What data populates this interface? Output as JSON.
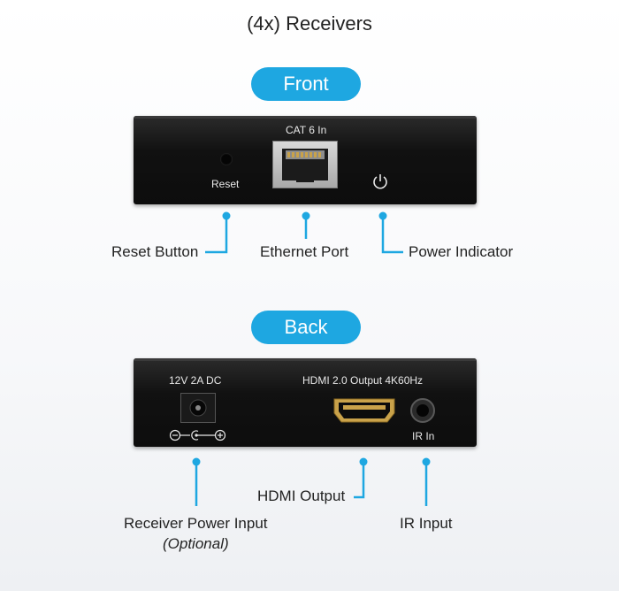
{
  "title": "(4x) Receivers",
  "front": {
    "pill": "Front",
    "labels": {
      "cat6": "CAT 6 In",
      "reset": "Reset"
    },
    "callouts": {
      "reset": "Reset Button",
      "ethernet": "Ethernet Port",
      "power": "Power Indicator"
    }
  },
  "back": {
    "pill": "Back",
    "labels": {
      "dc": "12V 2A DC",
      "hdmi": "HDMI 2.0 Output 4K60Hz",
      "ir": "IR In"
    },
    "callouts": {
      "power_input": "Receiver Power Input",
      "optional": "(Optional)",
      "hdmi_output": "HDMI Output",
      "ir_input": "IR Input"
    }
  },
  "colors": {
    "accent": "#1ea7e1",
    "device": "#111111",
    "text": "#222222"
  },
  "icons": {
    "power": "power-icon",
    "polarity": "polarity-icon",
    "rj45": "rj45-port-icon",
    "hdmi": "hdmi-port-icon",
    "ir": "ir-jack-icon",
    "dc": "dc-jack-icon"
  }
}
